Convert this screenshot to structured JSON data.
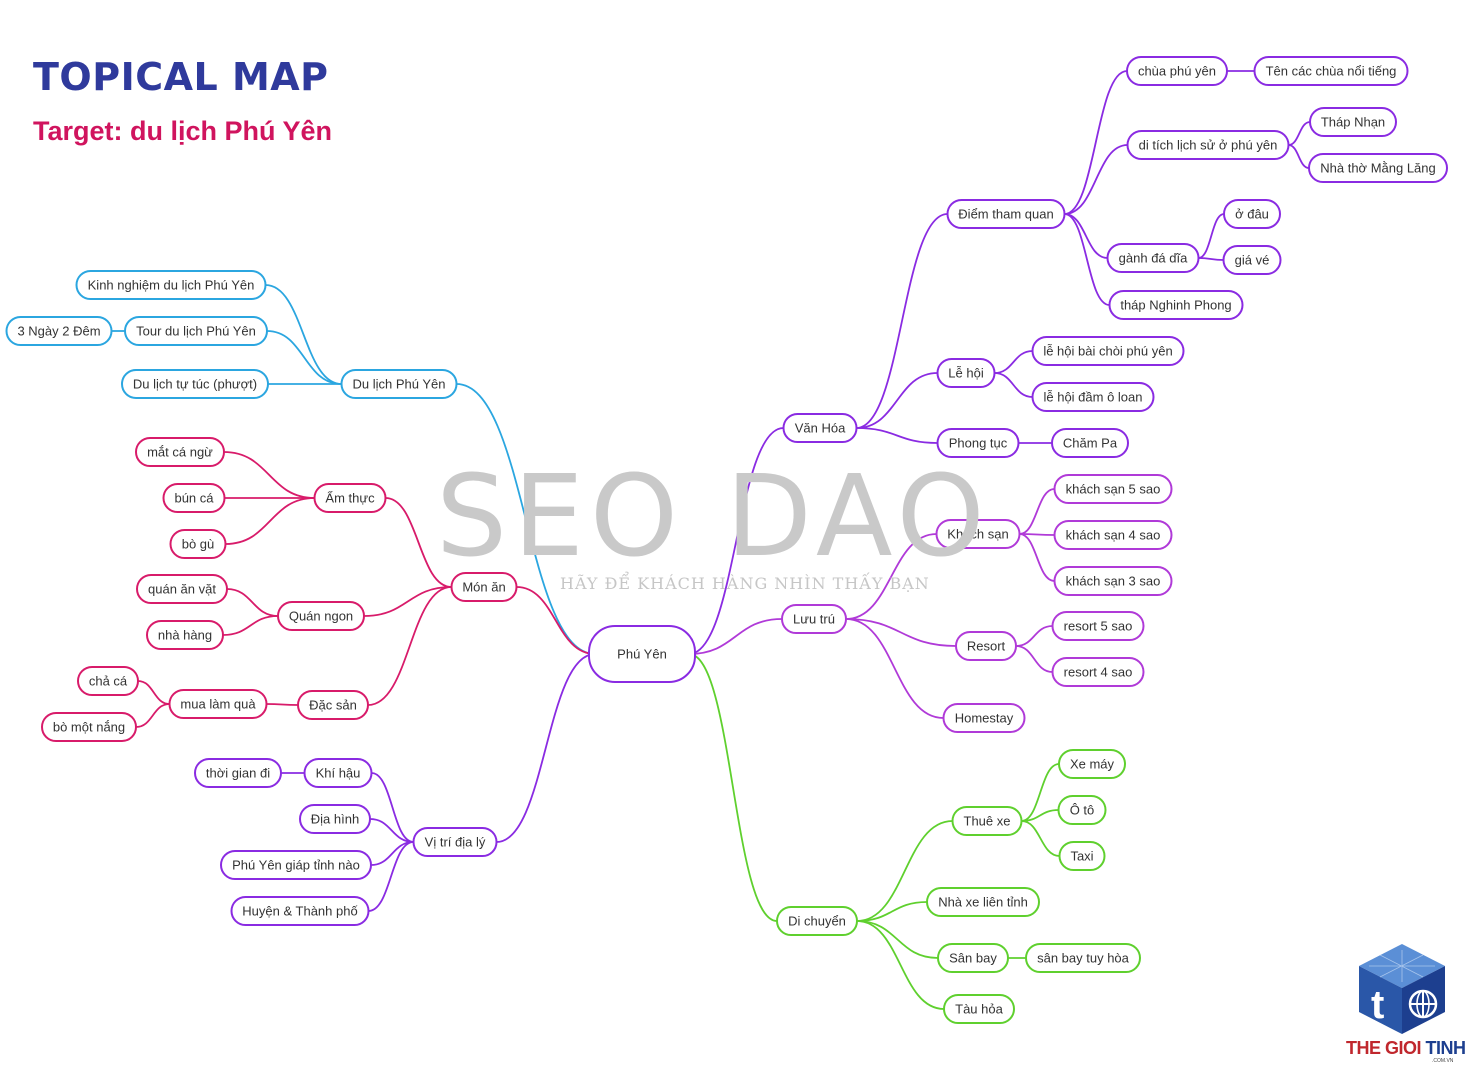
{
  "header": {
    "title": "TOPICAL MAP",
    "subtitle": "Target: du lịch Phú Yên"
  },
  "watermark": {
    "text": "SEO DAO",
    "tagline": "HÃY ĐỂ KHÁCH HÀNG NHÌN THẤY BẠN"
  },
  "logo": {
    "text_a": "THE GIOI ",
    "text_b": "TINHOC",
    "domain": ".COM.VN",
    "icon": "cube-globe-logo-icon"
  },
  "colors": {
    "blue": "#2ba6e0",
    "magenta": "#d81b6a",
    "purple": "#8a2be2",
    "violet": "#b03ad8",
    "green": "#5fd02e",
    "title": "#2f3a9c",
    "subtitle": "#d0145e"
  },
  "mindmap": {
    "root": "Phú Yên",
    "branches": [
      {
        "label": "Du lịch Phú Yên",
        "color": "blue",
        "children": [
          {
            "label": "Kinh nghiệm du lịch Phú Yên"
          },
          {
            "label": "Tour du lịch Phú Yên",
            "children": [
              {
                "label": "3 Ngày 2 Đêm"
              }
            ]
          },
          {
            "label": "Du lịch tự túc (phượt)"
          }
        ]
      },
      {
        "label": "Món ăn",
        "color": "magenta",
        "children": [
          {
            "label": "Ẩm thực",
            "children": [
              {
                "label": "mắt cá ngừ"
              },
              {
                "label": "bún cá"
              },
              {
                "label": "bò gù"
              }
            ]
          },
          {
            "label": "Quán ngon",
            "children": [
              {
                "label": "quán ăn vặt"
              },
              {
                "label": "nhà hàng"
              }
            ]
          },
          {
            "label": "Đặc sản",
            "children": [
              {
                "label": "mua làm quà",
                "children": [
                  {
                    "label": "chả cá"
                  },
                  {
                    "label": "bò một nắng"
                  }
                ]
              }
            ]
          }
        ]
      },
      {
        "label": "Vị trí địa lý",
        "color": "purple",
        "children": [
          {
            "label": "Khí hậu",
            "children": [
              {
                "label": "thời gian đi"
              }
            ]
          },
          {
            "label": "Địa hình"
          },
          {
            "label": "Phú Yên giáp tỉnh nào"
          },
          {
            "label": "Huyện & Thành phố"
          }
        ]
      },
      {
        "label": "Văn Hóa",
        "color": "purple",
        "children": [
          {
            "label": "Điểm tham quan",
            "children": [
              {
                "label": "chùa phú yên",
                "children": [
                  {
                    "label": "Tên các chùa nổi tiếng"
                  }
                ]
              },
              {
                "label": "di tích lịch sử ở phú yên",
                "children": [
                  {
                    "label": "Tháp Nhạn"
                  },
                  {
                    "label": "Nhà thờ Mằng Lăng"
                  }
                ]
              },
              {
                "label": "gành đá dĩa",
                "children": [
                  {
                    "label": "ở đâu"
                  },
                  {
                    "label": "giá vé"
                  }
                ]
              },
              {
                "label": "tháp Nghinh Phong"
              }
            ]
          },
          {
            "label": "Lễ hội",
            "children": [
              {
                "label": "lễ hội bài chòi phú yên"
              },
              {
                "label": "lễ hội đầm ô loan"
              }
            ]
          },
          {
            "label": "Phong tục",
            "children": [
              {
                "label": "Chăm Pa"
              }
            ]
          }
        ]
      },
      {
        "label": "Lưu trú",
        "color": "violet",
        "children": [
          {
            "label": "Khách sạn",
            "children": [
              {
                "label": "khách sạn 5 sao"
              },
              {
                "label": "khách sạn 4 sao"
              },
              {
                "label": "khách sạn 3 sao"
              }
            ]
          },
          {
            "label": "Resort",
            "children": [
              {
                "label": "resort 5 sao"
              },
              {
                "label": "resort 4 sao"
              }
            ]
          },
          {
            "label": "Homestay"
          }
        ]
      },
      {
        "label": "Di chuyển",
        "color": "green",
        "children": [
          {
            "label": "Thuê xe",
            "children": [
              {
                "label": "Xe máy"
              },
              {
                "label": "Ô tô"
              },
              {
                "label": "Taxi"
              }
            ]
          },
          {
            "label": "Nhà xe liên tỉnh"
          },
          {
            "label": "Sân bay",
            "children": [
              {
                "label": "sân bay tuy hòa"
              }
            ]
          },
          {
            "label": "Tàu hỏa"
          }
        ]
      }
    ]
  }
}
